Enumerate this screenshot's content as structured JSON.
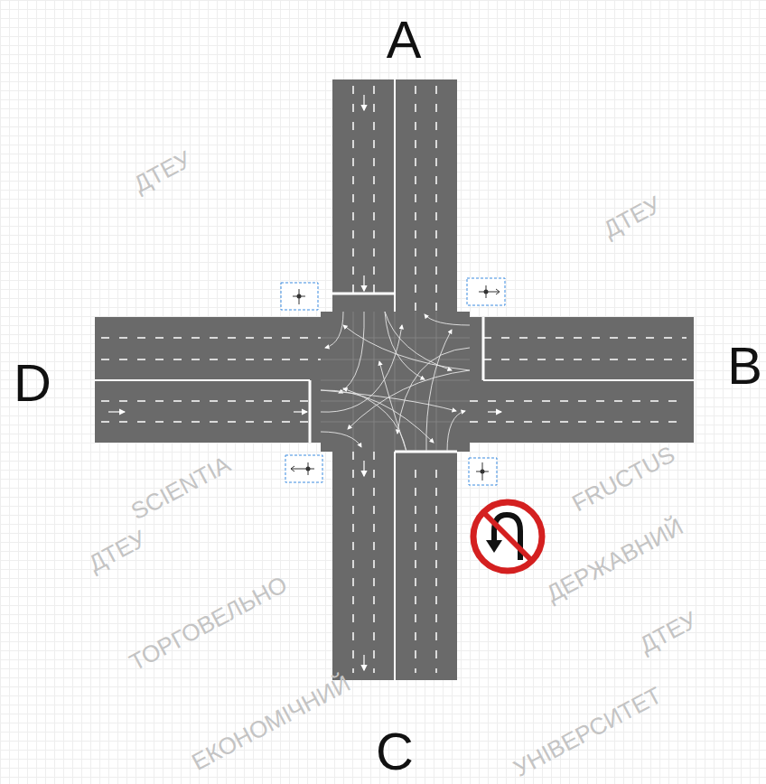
{
  "diagram": {
    "labels": [
      "A",
      "B",
      "C",
      "D",
      "ДТЕУ",
      "ДТЕУ",
      "ДТЕУ",
      "ДТЕУ",
      "ДЕРЖАВНИЙ",
      "ТОРГОВЕЛЬНО",
      "ЕКОНОМІЧНИЙ",
      "УНІВЕРСИТЕТ",
      "SCIENTIA",
      "FRUCTUS"
    ]
  }
}
